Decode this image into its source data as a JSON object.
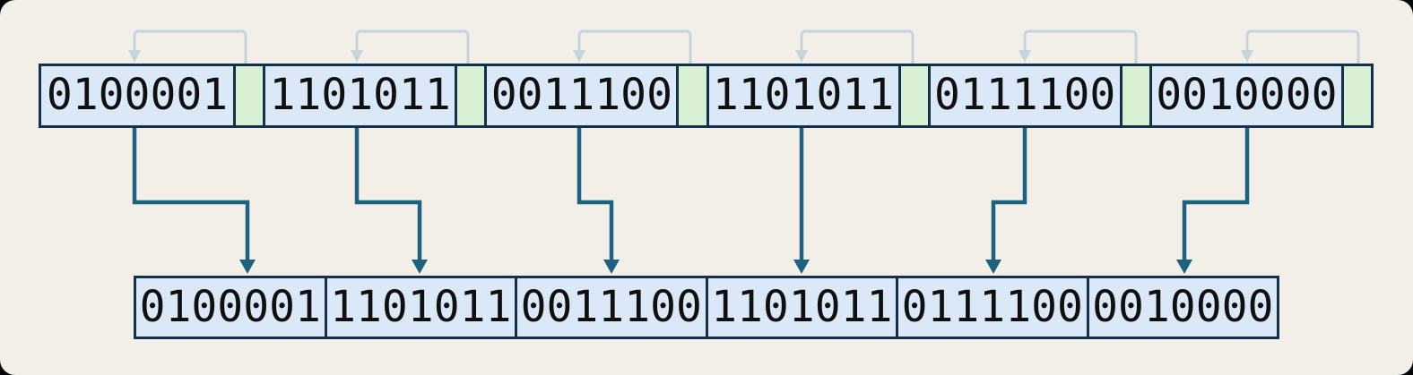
{
  "colors": {
    "background": "#f2efe9",
    "bit-cell-fill": "#dbe8f7",
    "flag-cell-fill": "#d9efd3",
    "cell-border": "#14304a",
    "split-arrow": "#1f6280",
    "flag-arrow": "#c6d5dd",
    "text": "#101010"
  },
  "encoded_row": {
    "bytes": [
      {
        "bits": "0100001"
      },
      {
        "bits": "1101011"
      },
      {
        "bits": "0011100"
      },
      {
        "bits": "1101011"
      },
      {
        "bits": "0111100"
      },
      {
        "bits": "0010000"
      }
    ]
  },
  "decoded_row": {
    "cells": [
      "0100001",
      "1101011",
      "0011100",
      "1101011",
      "0111100",
      "0010000"
    ]
  }
}
